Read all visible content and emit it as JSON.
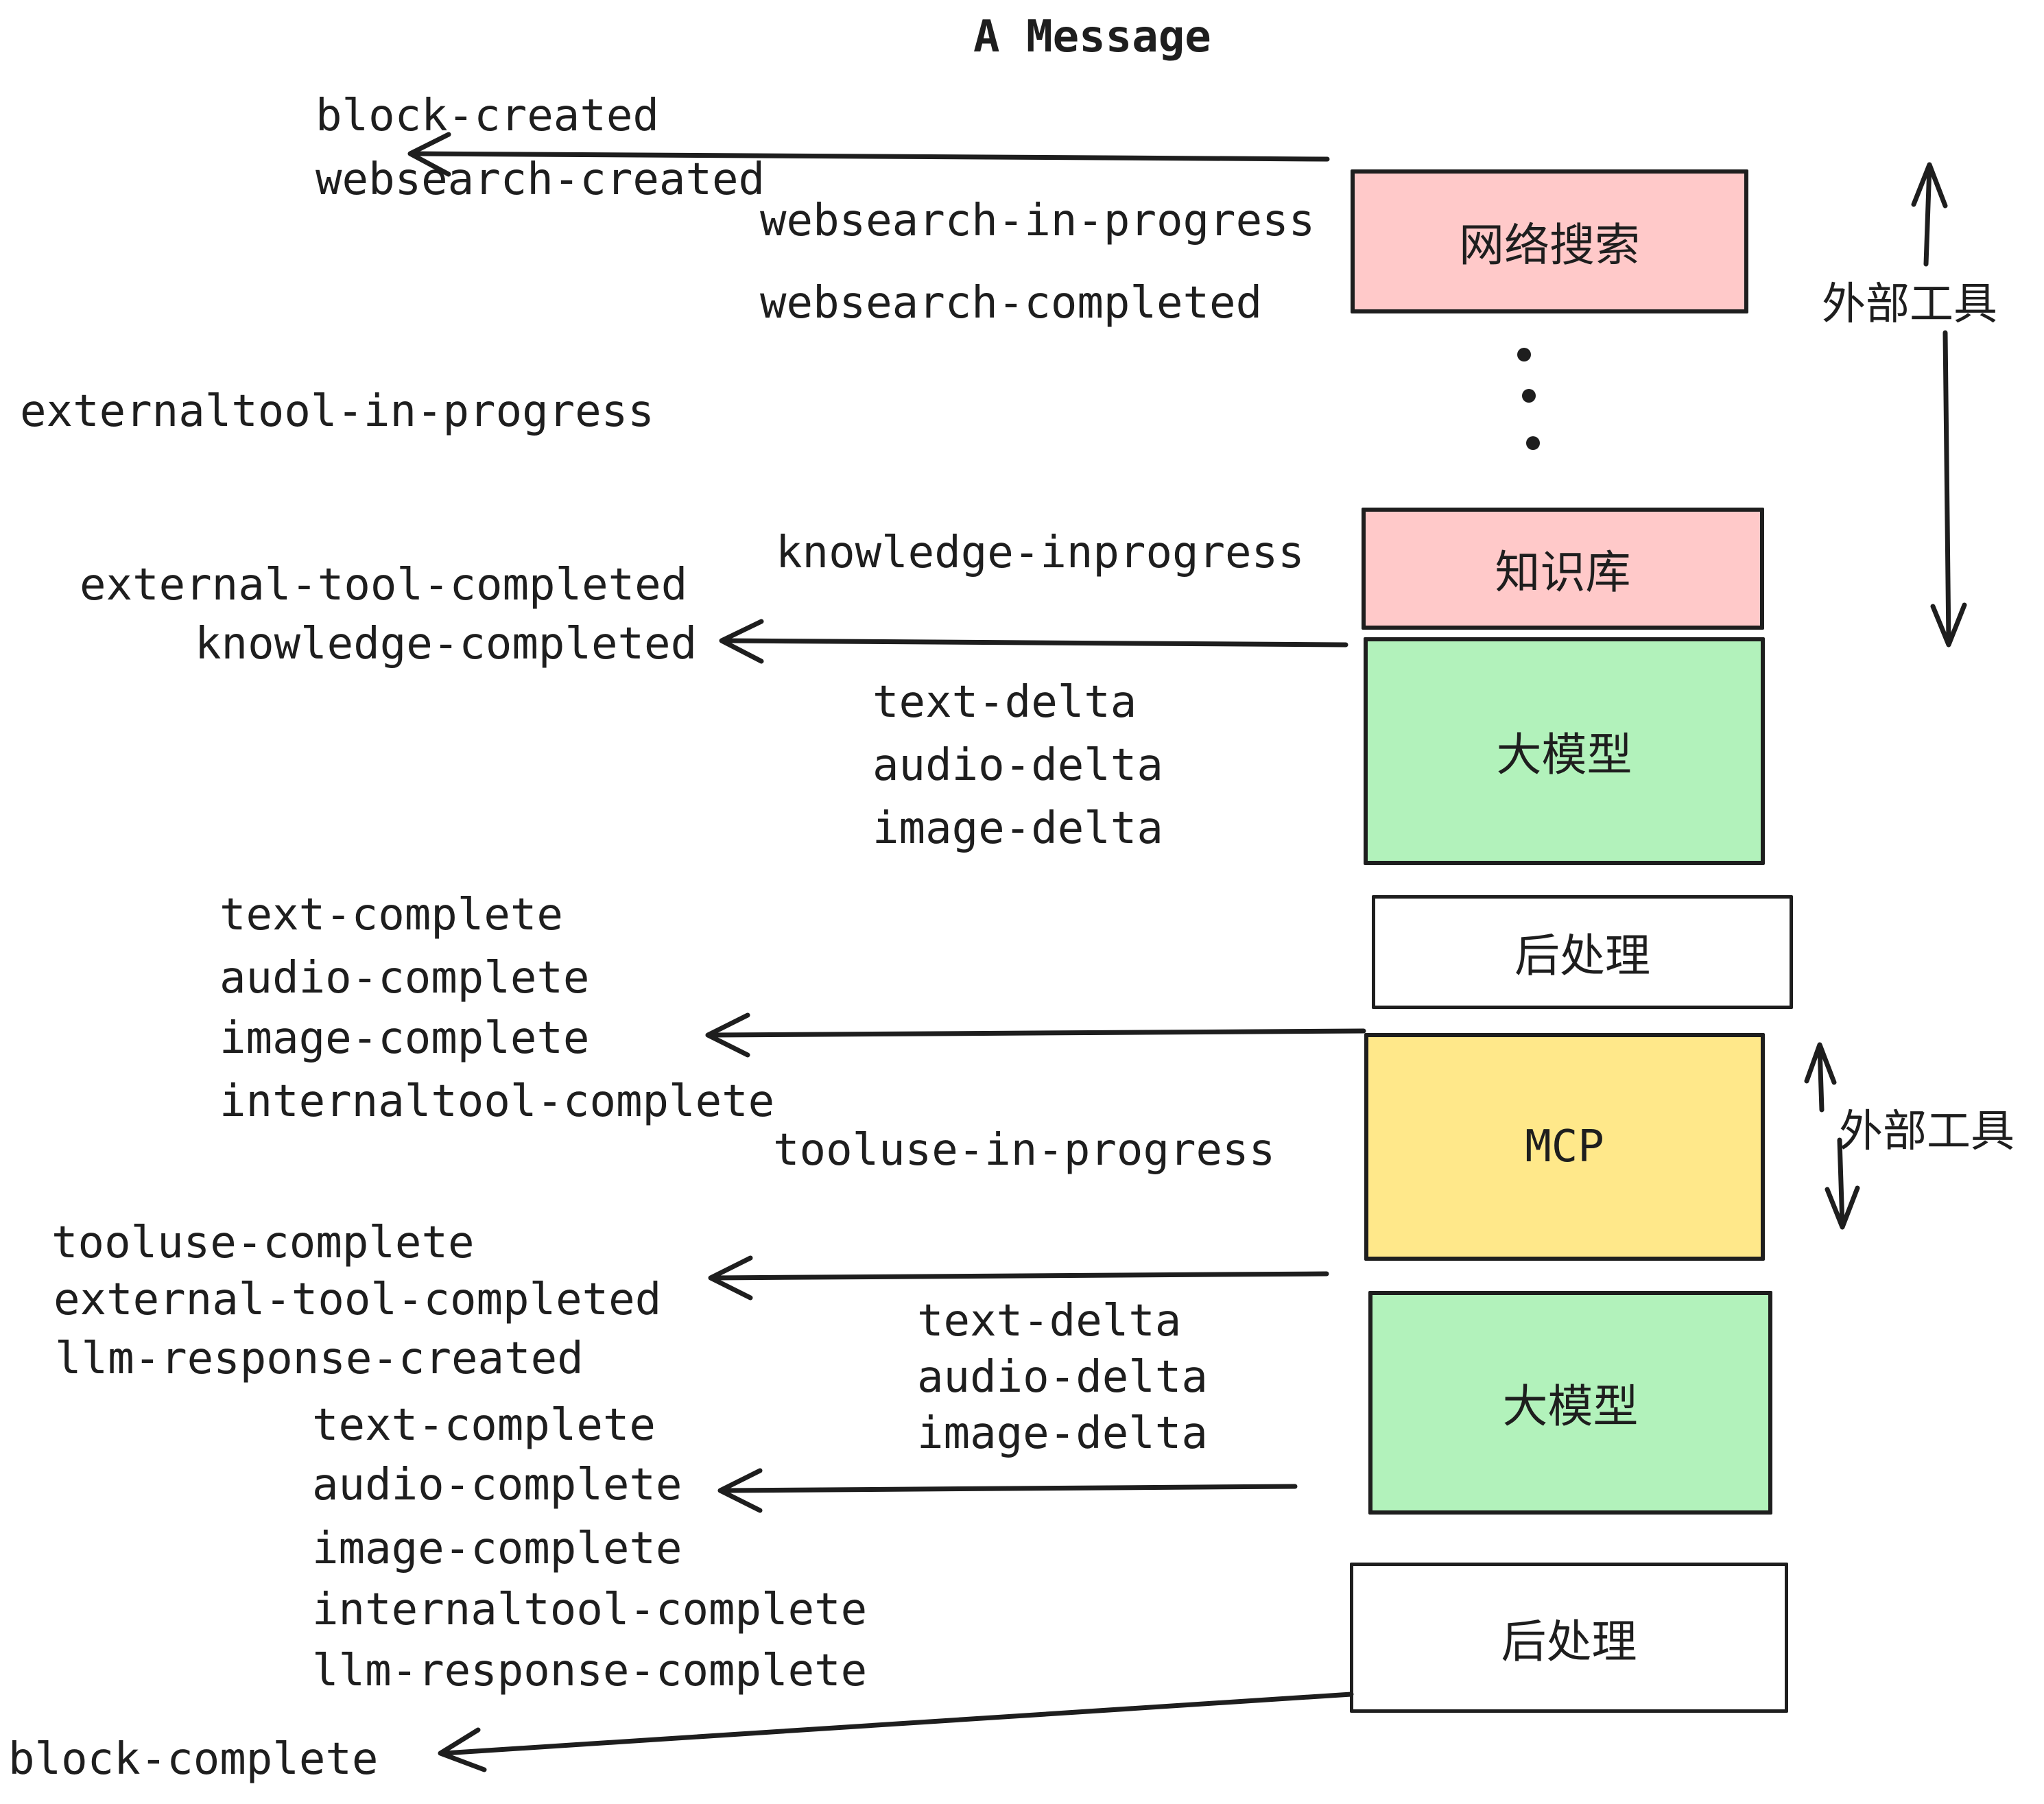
{
  "title": "A Message",
  "colors": {
    "ink": "#1e1e1e",
    "box_pink": "#ffc9c9",
    "box_green": "#b2f2bb",
    "box_yellow": "#ffe88a",
    "box_white": "#ffffff"
  },
  "boxes": {
    "websearch": {
      "label": "网络搜索"
    },
    "knowledge": {
      "label": "知识库"
    },
    "llm1": {
      "label": "大模型"
    },
    "post1": {
      "label": "后处理"
    },
    "mcp": {
      "label": "MCP"
    },
    "llm2": {
      "label": "大模型"
    },
    "post2": {
      "label": "后处理"
    }
  },
  "annotations": {
    "external_tool_top": "外部工具",
    "external_tool_mid": "外部工具"
  },
  "events": {
    "block_created": "block-created",
    "websearch_created": "websearch-created",
    "websearch_in_progress": "websearch-in-progress",
    "websearch_completed": "websearch-completed",
    "externaltool_in_progress": "externaltool-in-progress",
    "knowledge_inprogress": "knowledge-inprogress",
    "external_tool_completed_1": "external-tool-completed",
    "knowledge_completed": "knowledge-completed",
    "deltas1": [
      "text-delta",
      "audio-delta",
      "image-delta"
    ],
    "completes1": [
      "text-complete",
      "audio-complete",
      "image-complete",
      "internaltool-complete"
    ],
    "tooluse_in_progress": "tooluse-in-progress",
    "tooluse_complete": "tooluse-complete",
    "external_tool_completed_2": "external-tool-completed",
    "llm_response_created": "llm-response-created",
    "deltas2": [
      "text-delta",
      "audio-delta",
      "image-delta"
    ],
    "completes2": [
      "text-complete",
      "audio-complete",
      "image-complete",
      "internaltool-complete",
      "llm-response-complete"
    ],
    "block_complete": "block-complete"
  }
}
